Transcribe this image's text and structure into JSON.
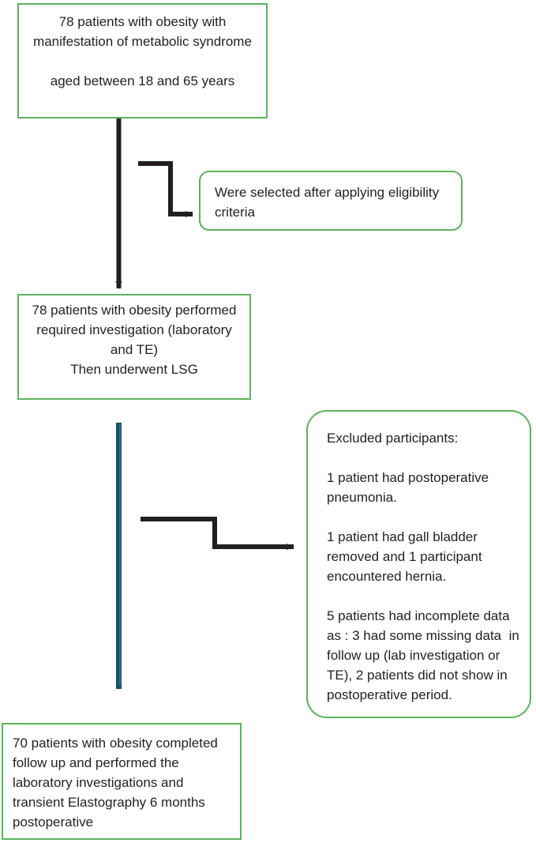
{
  "figure": {
    "type": "flowchart",
    "orientation": "vertical",
    "accent_border_color": "#5cb35c",
    "text_color": "#231f20",
    "connector_color": "#231f20",
    "long_connector_color": "#1b4f68"
  },
  "nodes": {
    "enrolled": {
      "id": "box-enrolled",
      "shape": "rectangle",
      "text": "78 patients with obesity with manifestation of metabolic syndrome\n\naged between 18 and 65 years"
    },
    "eligibility": {
      "id": "box-eligibility",
      "shape": "rounded-rectangle",
      "text": "Were selected after applying eligibility criteria"
    },
    "investigation": {
      "id": "box-investigation",
      "shape": "rectangle",
      "text": "78 patients with obesity performed required investigation (laboratory and TE)\nThen underwent LSG"
    },
    "excluded": {
      "id": "box-excluded",
      "shape": "rounded-rectangle",
      "text": "Excluded participants:\n\n1 patient had postoperative pneumonia.\n\n1 patient had gall bladder removed and 1 participant encountered hernia.\n\n5 patients had incomplete data as : 3 had some missing data  in follow up (lab investigation or TE), 2 patients did not show in postoperative period."
    },
    "completed": {
      "id": "box-completed",
      "shape": "rectangle",
      "text": "70 patients with obesity completed follow up and performed the laboratory investigations and transient Elastography 6 months postoperative"
    }
  },
  "connectors": [
    {
      "name": "enrolled-to-investigation",
      "style": "straight-vertical-arrow",
      "from": "enrolled",
      "to": "investigation"
    },
    {
      "name": "enrolled-to-eligibility",
      "style": "stepped-arrow",
      "from": "enrolled",
      "to": "eligibility"
    },
    {
      "name": "investigation-to-completed",
      "style": "straight-vertical-arrow",
      "from": "investigation",
      "to": "completed"
    },
    {
      "name": "investigation-to-excluded",
      "style": "stepped-arrow",
      "from": "investigation",
      "to": "excluded"
    }
  ]
}
